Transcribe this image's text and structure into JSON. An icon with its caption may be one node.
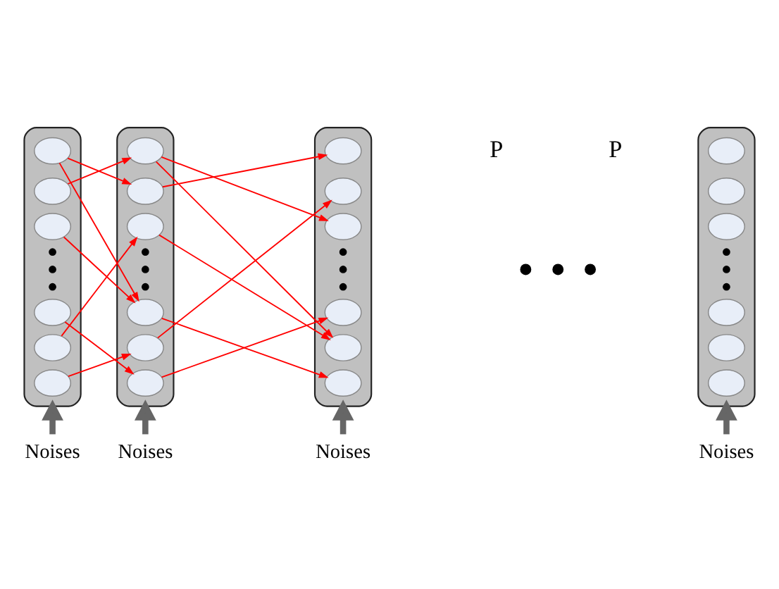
{
  "diagram": {
    "nodes": [
      {
        "text": [],
        "shape": "bar"
      },
      {
        "text": [],
        "shape": "circle",
        "in": 0
      },
      {
        "text": [],
        "shape": "circle",
        "in": 0
      },
      {
        "text": [],
        "shape": "circle",
        "in": 0
      },
      {
        "text": [],
        "shape": "circle",
        "in": 0
      },
      {
        "text": [],
        "shape": "circle",
        "in": 0
      },
      {
        "text": [],
        "shape": "circle",
        "in": 0
      },
      {
        "text": [],
        "shape": "bar"
      },
      {
        "text": [],
        "shape": "circle",
        "in": 7
      },
      {
        "text": [],
        "shape": "circle",
        "in": 7
      },
      {
        "text": [],
        "shape": "circle",
        "in": 7
      },
      {
        "text": [],
        "shape": "circle",
        "in": 7
      },
      {
        "text": [],
        "shape": "circle",
        "in": 7
      },
      {
        "text": [],
        "shape": "circle",
        "in": 7
      },
      {
        "text": [],
        "shape": "bar"
      },
      {
        "text": [],
        "shape": "circle",
        "in": 14
      },
      {
        "text": [],
        "shape": "circle",
        "in": 14
      },
      {
        "text": [],
        "shape": "circle",
        "in": 14
      },
      {
        "text": [],
        "shape": "circle",
        "in": 14
      },
      {
        "text": [],
        "shape": "circle",
        "in": 14
      },
      {
        "text": [],
        "shape": "circle",
        "in": 14
      },
      {
        "text": [],
        "shape": "bar"
      },
      {
        "text": [],
        "shape": "circle",
        "in": 21
      },
      {
        "text": [],
        "shape": "circle",
        "in": 21
      },
      {
        "text": [],
        "shape": "circle",
        "in": 21
      },
      {
        "text": [],
        "shape": "circle",
        "in": 21
      },
      {
        "text": [],
        "shape": "circle",
        "in": 21
      },
      {
        "text": [],
        "shape": "circle",
        "in": 21
      },
      {
        "text": [
          "Noises"
        ]
      },
      {
        "text": [
          "Noises"
        ]
      },
      {
        "text": [
          "Noises"
        ]
      },
      {
        "text": [
          "Noises"
        ]
      }
    ],
    "edges": [
      {
        "from": 1,
        "to": 9,
        "arrow": "to"
      },
      {
        "from": 1,
        "to": 11,
        "arrow": "to"
      },
      {
        "from": 2,
        "to": 8,
        "arrow": "to"
      },
      {
        "from": 3,
        "to": 11,
        "arrow": "to"
      },
      {
        "from": 4,
        "to": 13,
        "arrow": "to"
      },
      {
        "from": 5,
        "to": 10,
        "arrow": "to"
      },
      {
        "from": 6,
        "to": 12,
        "arrow": "to"
      },
      {
        "from": 8,
        "to": 17,
        "arrow": "to"
      },
      {
        "from": 8,
        "to": 19,
        "arrow": "to"
      },
      {
        "from": 9,
        "to": 15,
        "arrow": "to"
      },
      {
        "from": 10,
        "to": 19,
        "arrow": "to"
      },
      {
        "from": 11,
        "to": 20,
        "arrow": "to"
      },
      {
        "from": 12,
        "to": 16,
        "arrow": "to"
      },
      {
        "from": 13,
        "to": 18,
        "arrow": "to"
      },
      {
        "from": 28,
        "to": 0,
        "arrow": "to",
        "style": "thick",
        "color": "#666666"
      },
      {
        "from": 29,
        "to": 7,
        "arrow": "to",
        "style": "thick",
        "color": "#666666"
      },
      {
        "from": 30,
        "to": 14,
        "arrow": "to",
        "style": "thick",
        "color": "#666666"
      },
      {
        "from": 31,
        "to": 21,
        "arrow": "to",
        "style": "thick",
        "color": "#666666"
      }
    ],
    "labels": [
      "P",
      "P"
    ]
  }
}
